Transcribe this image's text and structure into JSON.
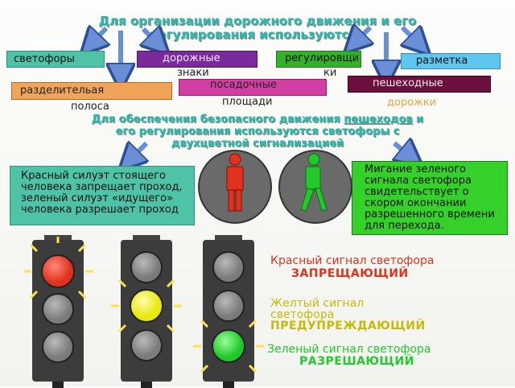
{
  "title_line1": "Для организации дорожного движения и его",
  "title_line2": "регулирования используются :",
  "categories": {
    "svetofory": "светофоры",
    "dorozhnye": "дорожные",
    "znaki": "знаки",
    "regul_a": "регулировщи",
    "regul_b": "ки",
    "razmetka": "разметка",
    "posad_a": "посадочные",
    "posad_b": "площади",
    "pesh_a": "пешеходные",
    "pesh_b": "дорожки",
    "razdel_a": "разделительая",
    "razdel_b": "полоса"
  },
  "subtitle": {
    "part1": "Для обеспечения  безопасного движения ",
    "highlight": "пешеходов",
    "part2": " и",
    "line2": "его регулирования используются    светофоры с",
    "line3": "двухцветной сигнализацией"
  },
  "left_note": "Красный силуэт стоящего человека запрещает проход, зеленый силуэт «идущего» человека разрешает проход",
  "right_note": "Мигание зеленого сигнала светофора свидетельствует о скором окончании разрешенного времени для перехода.",
  "signals": {
    "red_line1": "Красный сигнал светофора",
    "red_line2": "ЗАПРЕЩАЮЩИЙ",
    "yellow_line1": "Желтый сигнал",
    "yellow_line1b": "светофора",
    "yellow_line2": "ПРЕДУПРЕЖДАЮЩИЙ",
    "green_line1": "Зеленый сигнал светофора",
    "green_line2": "РАЗРЕШАЮЩИЙ"
  },
  "colors": {
    "teal": "#4fc3a8",
    "purple": "#7b2a9c",
    "green_box": "#35b02a",
    "sky": "#5fc7ef",
    "magenta": "#d23fa3",
    "maroon": "#6a0f3e",
    "orange": "#f0a45a",
    "signal_red": "#e0321e",
    "signal_yellow": "#d6c20a",
    "signal_green": "#22c92c",
    "arrow": "#4a78c8"
  }
}
